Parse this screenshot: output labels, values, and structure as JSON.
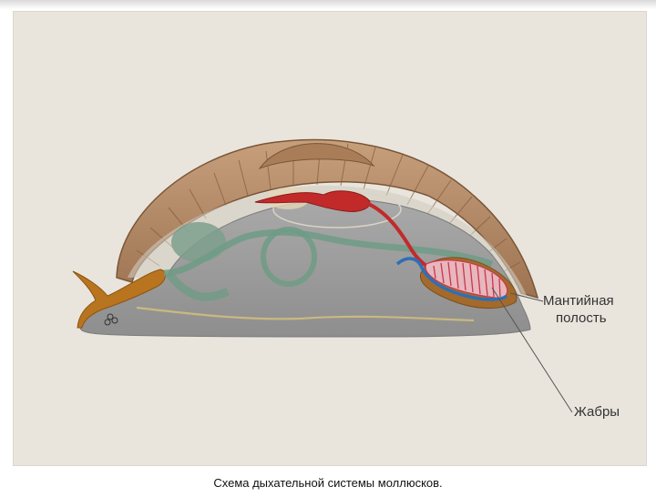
{
  "labels": {
    "mantle_cavity_line1": "Мантийная",
    "mantle_cavity_line2": "полость",
    "gills": "Жабры"
  },
  "caption": "Схема дыхательной системы моллюсков.",
  "colors": {
    "background": "#e9e5dd",
    "shell": "#b98f6c",
    "body": "#9c9c9c",
    "foot": "#b8741f",
    "gill_red": "#c8384a",
    "vessel_blue": "#2f6fb5",
    "heart_red": "#c22a2a",
    "digestive_green": "#6f9b86"
  }
}
